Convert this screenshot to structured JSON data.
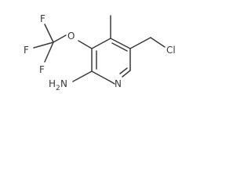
{
  "molecule": {
    "labels": {
      "f_top": "F",
      "f_left": "F",
      "f_bottom": "F",
      "o": "O",
      "cl": "Cl",
      "n_ring": "N",
      "amine_h": "H",
      "amine_sub": "2",
      "amine_n": "N"
    }
  }
}
